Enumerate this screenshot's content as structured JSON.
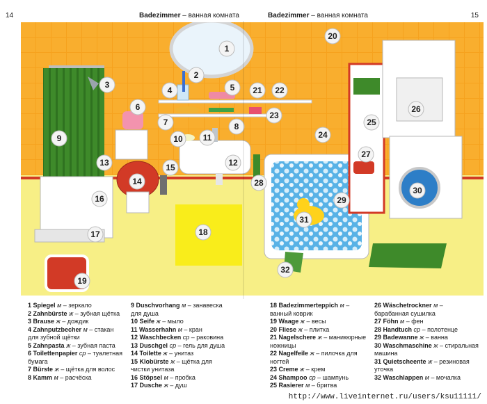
{
  "header": {
    "page_left": "14",
    "page_right": "15",
    "title_de": "Badezimmer",
    "title_dash": " – ",
    "title_ru": "ванная комната"
  },
  "callouts": [
    {
      "n": "1"
    },
    {
      "n": "2"
    },
    {
      "n": "3"
    },
    {
      "n": "4"
    },
    {
      "n": "5"
    },
    {
      "n": "6"
    },
    {
      "n": "7"
    },
    {
      "n": "8"
    },
    {
      "n": "9"
    },
    {
      "n": "10"
    },
    {
      "n": "11"
    },
    {
      "n": "12"
    },
    {
      "n": "13"
    },
    {
      "n": "14"
    },
    {
      "n": "15"
    },
    {
      "n": "16"
    },
    {
      "n": "17"
    },
    {
      "n": "18"
    },
    {
      "n": "19"
    },
    {
      "n": "20"
    },
    {
      "n": "21"
    },
    {
      "n": "22"
    },
    {
      "n": "23"
    },
    {
      "n": "24"
    },
    {
      "n": "25"
    },
    {
      "n": "26"
    },
    {
      "n": "27"
    },
    {
      "n": "28"
    },
    {
      "n": "29"
    },
    {
      "n": "30"
    },
    {
      "n": "31"
    },
    {
      "n": "32"
    }
  ],
  "legend": {
    "col1": [
      {
        "num": "1",
        "de": "Spiegel",
        "gen": "м",
        "ru": "зеркало"
      },
      {
        "num": "2",
        "de": "Zahnbürste",
        "gen": "ж",
        "ru": "зубная щётка"
      },
      {
        "num": "3",
        "de": "Brause",
        "gen": "ж",
        "ru": "дождик"
      },
      {
        "num": "4",
        "de": "Zahnputzbecher",
        "gen": "м",
        "ru": "стакан для зубной щётки"
      },
      {
        "num": "5",
        "de": "Zahnpasta",
        "gen": "ж",
        "ru": "зубная паста"
      },
      {
        "num": "6",
        "de": "Toilettenpapier",
        "gen": "ср",
        "ru": "туалетная бумага"
      },
      {
        "num": "7",
        "de": "Bürste",
        "gen": "ж",
        "ru": "щётка для волос"
      },
      {
        "num": "8",
        "de": "Kamm",
        "gen": "м",
        "ru": "расчёска"
      }
    ],
    "col2": [
      {
        "num": "9",
        "de": "Duschvorhang",
        "gen": "м",
        "ru": "занавеска для душа"
      },
      {
        "num": "10",
        "de": "Seife",
        "gen": "ж",
        "ru": "мыло"
      },
      {
        "num": "11",
        "de": "Wasserhahn",
        "gen": "м",
        "ru": "кран"
      },
      {
        "num": "12",
        "de": "Waschbecken",
        "gen": "ср",
        "ru": "раковина"
      },
      {
        "num": "13",
        "de": "Duschgel",
        "gen": "ср",
        "ru": "гель для душа"
      },
      {
        "num": "14",
        "de": "Toilette",
        "gen": "ж",
        "ru": "унитаз"
      },
      {
        "num": "15",
        "de": "Klobürste",
        "gen": "ж",
        "ru": "щётка для чистки унитаза"
      },
      {
        "num": "16",
        "de": "Stöpsel",
        "gen": "м",
        "ru": "пробка"
      },
      {
        "num": "17",
        "de": "Dusche",
        "gen": "ж",
        "ru": "душ"
      }
    ],
    "col3": [
      {
        "num": "18",
        "de": "Badezimmerteppich",
        "gen": "м",
        "ru": "ванный коврик"
      },
      {
        "num": "19",
        "de": "Waage",
        "gen": "ж",
        "ru": "весы"
      },
      {
        "num": "20",
        "de": "Fliese",
        "gen": "ж",
        "ru": "плитка"
      },
      {
        "num": "21",
        "de": "Nagelschere",
        "gen": "ж",
        "ru": "маникюрные ножницы"
      },
      {
        "num": "22",
        "de": "Nagelfeile",
        "gen": "ж",
        "ru": "пилочка для ногтей"
      },
      {
        "num": "23",
        "de": "Creme",
        "gen": "ж",
        "ru": "крем"
      },
      {
        "num": "24",
        "de": "Shampoo",
        "gen": "ср",
        "ru": "шампунь"
      },
      {
        "num": "25",
        "de": "Rasierer",
        "gen": "м",
        "ru": "бритва"
      }
    ],
    "col4": [
      {
        "num": "26",
        "de": "Wäschetrockner",
        "gen": "м",
        "ru": "барабанная сушилка"
      },
      {
        "num": "27",
        "de": "Föhn",
        "gen": "м",
        "ru": "фен"
      },
      {
        "num": "28",
        "de": "Handtuch",
        "gen": "ср",
        "ru": "полотенце"
      },
      {
        "num": "29",
        "de": "Badewanne",
        "gen": "ж",
        "ru": "ванна"
      },
      {
        "num": "30",
        "de": "Waschmaschine",
        "gen": "ж",
        "ru": "стиральная машина"
      },
      {
        "num": "31",
        "de": "Quietscheente",
        "gen": "ж",
        "ru": "резиновая уточка"
      },
      {
        "num": "32",
        "de": "Waschlappen",
        "gen": "м",
        "ru": "мочалка"
      }
    ]
  },
  "footer": {
    "url": "http://www.liveinternet.ru/users/ksu11111/"
  },
  "colors": {
    "tile": "#f6a21e",
    "floor": "#f7ef86",
    "curtain": "#3e8a2a",
    "accent_red": "#d23a26"
  }
}
